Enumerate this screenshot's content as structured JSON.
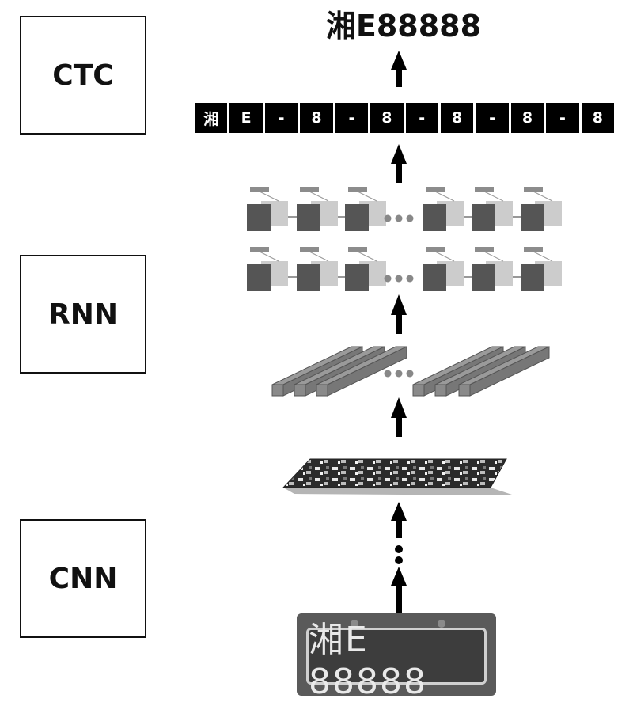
{
  "stages": {
    "ctc": "CTC",
    "rnn": "RNN",
    "cnn": "CNN"
  },
  "output_text": "湘E88888",
  "sequence": [
    "湘",
    "E",
    "-",
    "8",
    "-",
    "8",
    "-",
    "8",
    "-",
    "8",
    "-",
    "8"
  ],
  "plate_text": "湘E 88888",
  "colors": {
    "box_border": "#111111",
    "cell_fill": "#000000",
    "cell_text": "#ffffff",
    "node_dark": "#555555",
    "node_light": "#cccccc",
    "feature_bar": "#8a8a8a"
  }
}
